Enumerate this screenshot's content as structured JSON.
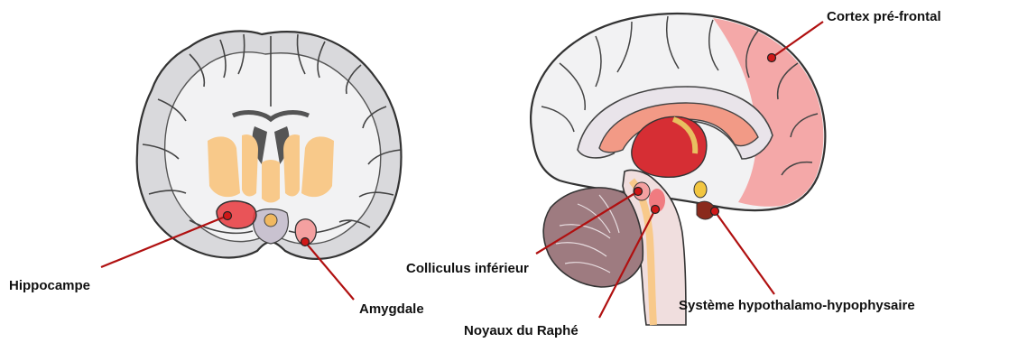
{
  "labels": {
    "hippocampe": "Hippocampe",
    "amygdale": "Amygdale",
    "colliculus": "Colliculus inférieur",
    "raphe": "Noyaux du Raphé",
    "cortex": "Cortex pré-frontal",
    "hypothalamo": "Système hypothalamo-hypophysaire"
  },
  "colors": {
    "leader_line": "#b01010",
    "highlight_red": "#e8383c",
    "highlight_pink": "#f4a0a0",
    "white_matter": "#f2f2f3",
    "gray_matter": "#d9d9dc",
    "outline": "#333333",
    "basal_ganglia": "#f8c98a"
  }
}
